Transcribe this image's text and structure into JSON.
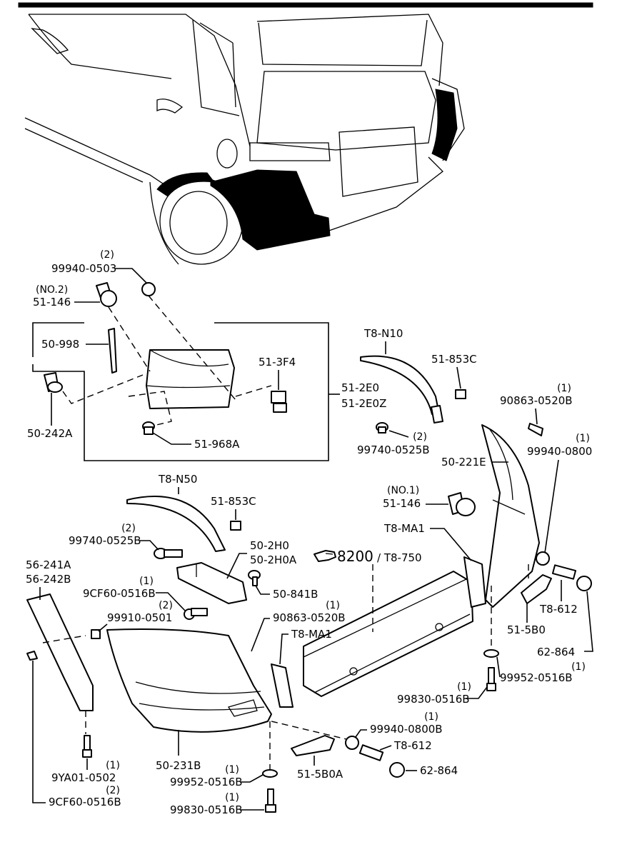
{
  "callouts": {
    "c1": {
      "part": "99940-0503",
      "qty": "(2)"
    },
    "c2": {
      "part": "51-146",
      "qty": "(NO.2)"
    },
    "c3": {
      "part": "50-998"
    },
    "c4": {
      "part": "51-3F4"
    },
    "c5": {
      "part": "51-2E0"
    },
    "c6": {
      "part": "51-2E0Z"
    },
    "c7": {
      "part": "50-242A"
    },
    "c8": {
      "part": "51-968A"
    },
    "c9": {
      "part": "T8-N10"
    },
    "c10": {
      "part": "51-853C"
    },
    "c11": {
      "part": "90863-0520B",
      "qty": "(1)"
    },
    "c12": {
      "part": "99740-0525B",
      "qty": "(2)"
    },
    "c13": {
      "part": "99940-0800",
      "qty": "(1)"
    },
    "c14": {
      "part": "50-221E"
    },
    "c15": {
      "part": "T8-N50"
    },
    "c16": {
      "part": "51-853C"
    },
    "c17": {
      "part": "51-146",
      "qty": "(NO.1)"
    },
    "c18": {
      "part": "99740-0525B",
      "qty": "(2)"
    },
    "c19": {
      "part": "50-2H0"
    },
    "c20": {
      "part": "50-2H0A"
    },
    "c21": {
      "part": "8200",
      "suffix": "/ T8-750"
    },
    "c22": {
      "part": "T8-MA1"
    },
    "c23": {
      "part": "56-241A"
    },
    "c24": {
      "part": "56-242B"
    },
    "c25": {
      "part": "9CF60-0516B",
      "qty": "(1)"
    },
    "c26": {
      "part": "50-841B"
    },
    "c27": {
      "part": "99910-0501",
      "qty": "(2)"
    },
    "c28": {
      "part": "90863-0520B",
      "qty": "(1)"
    },
    "c29": {
      "part": "T8-MA1"
    },
    "c30": {
      "part": "T8-612"
    },
    "c31": {
      "part": "51-5B0"
    },
    "c32": {
      "part": "62-864"
    },
    "c33": {
      "part": "99952-0516B",
      "qty": "(1)"
    },
    "c34": {
      "part": "99830-0516B",
      "qty": "(1)"
    },
    "c35": {
      "part": "99940-0800B",
      "qty": "(1)"
    },
    "c36": {
      "part": "T8-612"
    },
    "c37": {
      "part": "50-231B"
    },
    "c38": {
      "part": "51-5B0A"
    },
    "c39": {
      "part": "62-864"
    },
    "c40": {
      "part": "9YA01-0502",
      "qty": "(1)"
    },
    "c41": {
      "part": "99952-0516B",
      "qty": "(1)"
    },
    "c42": {
      "part": "9CF60-0516B",
      "qty": "(2)"
    },
    "c43": {
      "part": "99830-0516B",
      "qty": "(1)"
    }
  },
  "icons": {
    "reference_arrow": "hand-pointer-icon"
  }
}
